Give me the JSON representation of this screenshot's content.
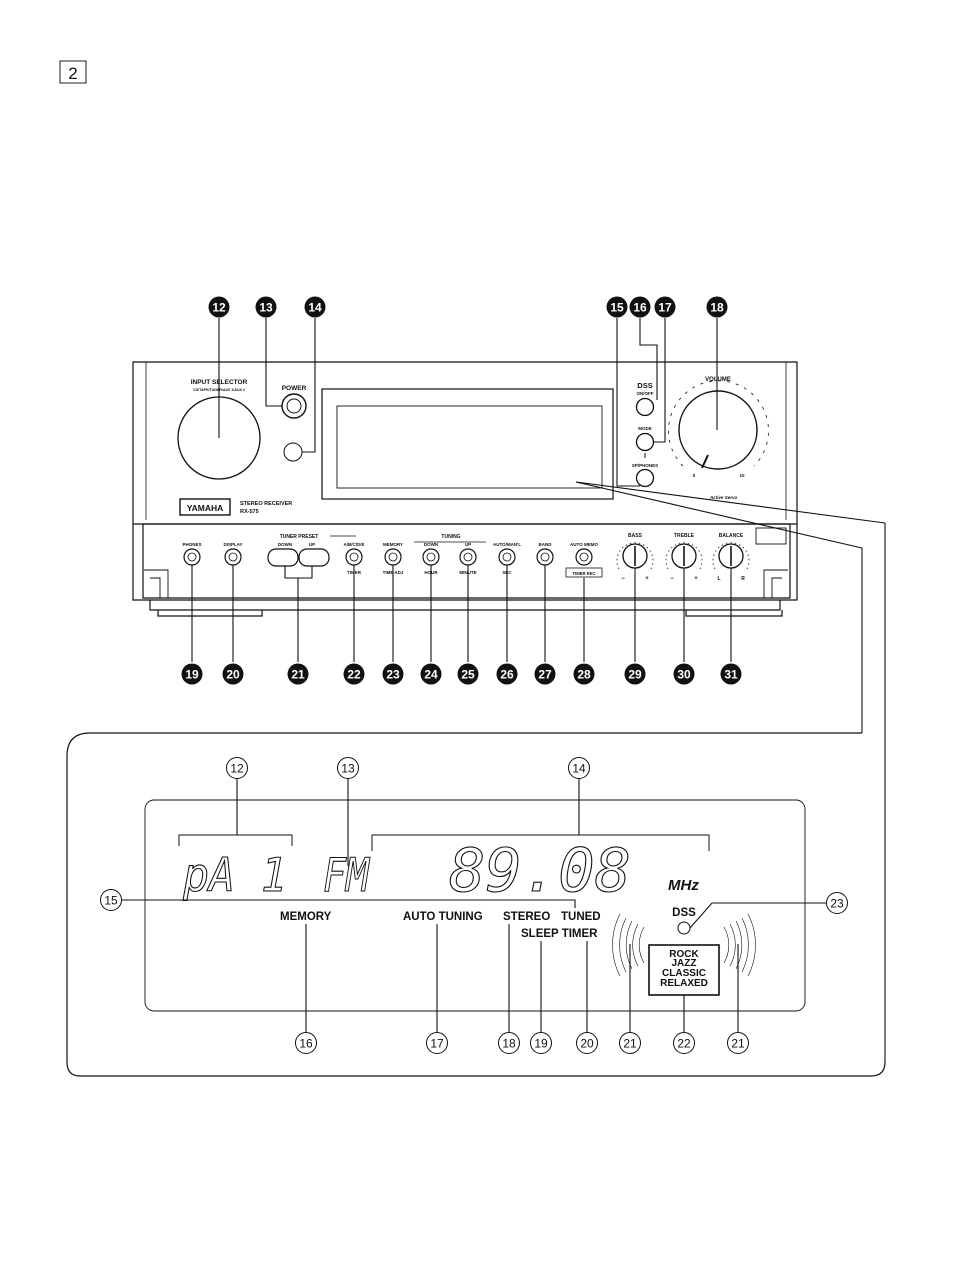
{
  "page_number": "2",
  "front_panel": {
    "input_selector": "INPUT SELECTOR",
    "input_sources": "CD/TAPE/TUNER/AUX 1/AUX 2",
    "power": "POWER",
    "dss": "DSS",
    "dss_onoff": "ON/OFF",
    "mode": "MODE",
    "sp_phones": "SP/PHONES",
    "volume": "VOLUME",
    "volume_min": "0",
    "volume_max": "10",
    "brand": "YAMAHA",
    "model_type": "STEREO RECEIVER",
    "model_number": "RX-575",
    "active_servo": "Active Servo",
    "phones": "PHONES",
    "display": "DISPLAY",
    "tuner_preset": "TUNER PRESET",
    "preset_down": "DOWN",
    "preset_up": "UP",
    "abcde": "A/B/C/D/E",
    "timer": "TIMER",
    "memory": "MEMORY",
    "time_adj": "TIME ADJ",
    "tuning": "TUNING",
    "tuning_down": "DOWN",
    "tuning_up": "UP",
    "hour": "HOUR",
    "minute": "MINUTE",
    "auto_manl": "AUTO/MAN'L",
    "sec": "SEC",
    "band": "BAND",
    "auto_memo": "AUTO MEMO",
    "timer_rec": "TIMER REC",
    "bass": "BASS",
    "treble": "TREBLE",
    "balance": "BALANCE",
    "minus": "−",
    "plus": "+",
    "left": "L",
    "right": "R"
  },
  "top_callouts": [
    "12",
    "13",
    "14",
    "15",
    "16",
    "17",
    "18"
  ],
  "bottom_callouts": [
    "19",
    "20",
    "21",
    "22",
    "23",
    "24",
    "25",
    "26",
    "27",
    "28",
    "29",
    "30",
    "31"
  ],
  "display_panel": {
    "preset_readout": "pA 1",
    "band_readout": "FM",
    "frequency_readout": "89.08",
    "unit": "MHz",
    "memory": "MEMORY",
    "auto_tuning": "AUTO TUNING",
    "stereo": "STEREO",
    "tuned": "TUNED",
    "sleep_timer": "SLEEP TIMER",
    "dss": "DSS",
    "modes": [
      "ROCK",
      "JAZZ",
      "CLASSIC",
      "RELAXED"
    ],
    "callouts": [
      "12",
      "13",
      "14",
      "15",
      "16",
      "17",
      "18",
      "19",
      "20",
      "21",
      "22",
      "23",
      "21"
    ]
  }
}
